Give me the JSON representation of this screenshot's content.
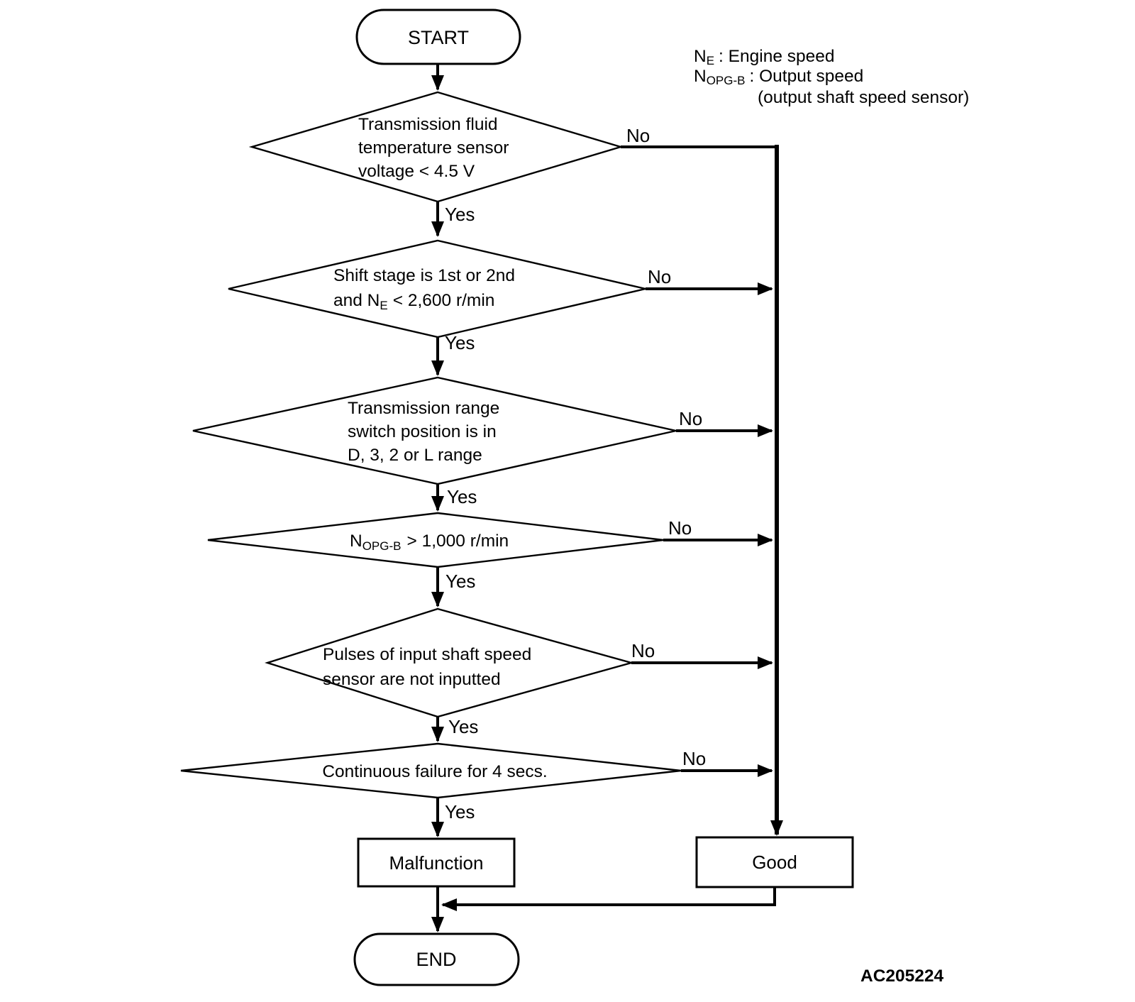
{
  "nodes": {
    "start": "START",
    "d1": {
      "l1": "Transmission fluid",
      "l2": "temperature sensor",
      "l3": "voltage < 4.5 V"
    },
    "d2": {
      "l1": "Shift stage is 1st or 2nd",
      "l2a": "and N",
      "l2sub": "E",
      "l2b": "< 2,600 r/min"
    },
    "d3": {
      "l1": "Transmission range",
      "l2": "switch position is in",
      "l3": "D, 3, 2 or L range"
    },
    "d4": {
      "a": "N",
      "sub": "OPG-B",
      "b": "> 1,000 r/min"
    },
    "d5": {
      "l1": "Pulses of input shaft speed",
      "l2": "sensor are not inputted"
    },
    "d6": {
      "l1": "Continuous failure for 4 secs."
    },
    "malfunction": "Malfunction",
    "good": "Good",
    "end": "END"
  },
  "labels": {
    "yes": "Yes",
    "no": "No"
  },
  "legend": {
    "l1a": "N",
    "l1sub": "E",
    "l1b": ": Engine speed",
    "l2a": "N",
    "l2sub": "OPG-B",
    "l2b": ": Output speed",
    "l3": "(output shaft speed sensor)"
  },
  "figure_code": "AC205224",
  "colors": {
    "ink": "#000000",
    "background": "#ffffff"
  }
}
